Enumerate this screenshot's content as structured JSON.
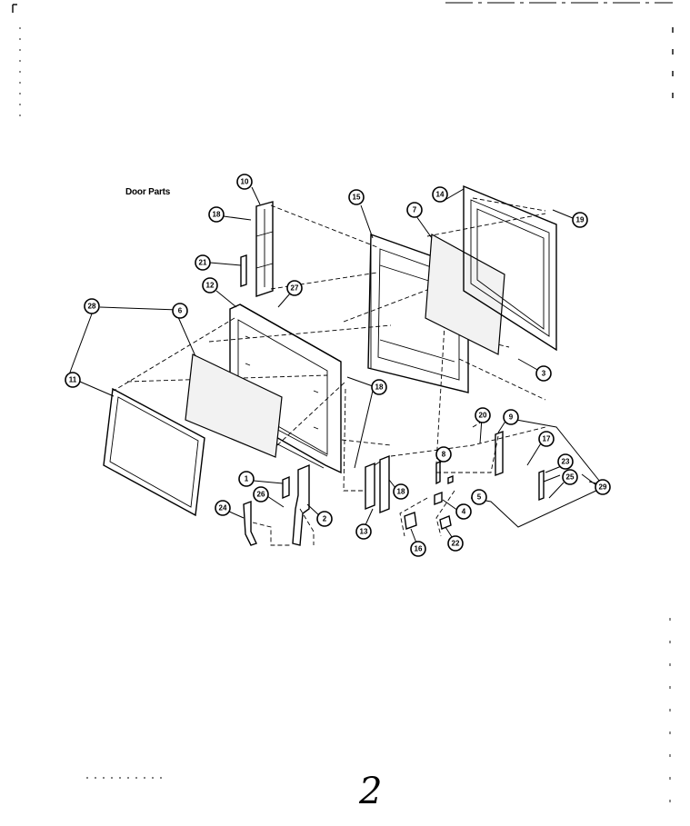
{
  "diagram": {
    "title": "Door Parts",
    "page_number": "2",
    "callouts": [
      "10",
      "18",
      "21",
      "27",
      "12",
      "28",
      "6",
      "11",
      "15",
      "7",
      "14",
      "19",
      "3",
      "18",
      "18",
      "13",
      "20",
      "9",
      "8",
      "17",
      "23",
      "25",
      "29",
      "1",
      "26",
      "2",
      "24",
      "5",
      "4",
      "16",
      "22"
    ]
  }
}
